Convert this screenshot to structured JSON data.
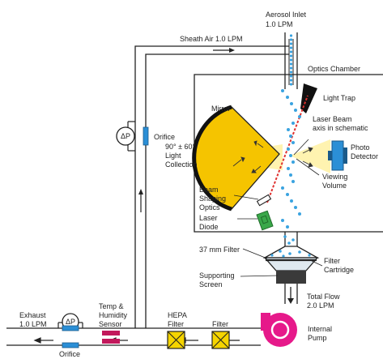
{
  "labels": {
    "aerosol_inlet": "Aerosol Inlet",
    "aerosol_inlet_flow": "1.0 LPM",
    "sheath_air": "Sheath Air 1.0 LPM",
    "optics_chamber": "Optics Chamber",
    "light_trap": "Light Trap",
    "mirror": "Mirror",
    "laser_beam_1": "Laser Beam",
    "laser_beam_2": "axis in schematic",
    "photo_detector_1": "Photo",
    "photo_detector_2": "Detector",
    "light_collection_1": "90° ± 60°",
    "light_collection_2": "Light",
    "light_collection_3": "Collection",
    "viewing_volume_1": "Viewing",
    "viewing_volume_2": "Volume",
    "beam_shaping_1": "Beam",
    "beam_shaping_2": "Shaping",
    "beam_shaping_3": "Optics",
    "laser_diode_1": "Laser",
    "laser_diode_2": "Diode",
    "filter_37mm": "37 mm Filter",
    "filter_cartridge_1": "Filter",
    "filter_cartridge_2": "Cartridge",
    "supporting_screen_1": "Supporting",
    "supporting_screen_2": "Screen",
    "total_flow_1": "Total Flow",
    "total_flow_2": "2.0 LPM",
    "internal_pump_1": "Internal",
    "internal_pump_2": "Pump",
    "orifice_top": "Orifice",
    "orifice_bottom": "Orifice",
    "delta_p_top": "ΔP",
    "delta_p_bottom": "ΔP",
    "exhaust_1": "Exhaust",
    "exhaust_2": "1.0 LPM",
    "temp_humidity_1": "Temp &",
    "temp_humidity_2": "Humidity",
    "temp_humidity_3": "Sensor",
    "hepa_filter_1": "HEPA",
    "hepa_filter_2": "Filter",
    "filter": "Filter"
  },
  "colors": {
    "line": "#222222",
    "particle": "#3aa3e0",
    "mirror_fill": "#f5c400",
    "light_cone": "#fff3b0",
    "laser": "#e0312f",
    "detector": "#2b8fd6",
    "diode": "#3aa84a",
    "pump": "#e6198a",
    "orifice": "#2b8fd6",
    "filter_box": "#f5d400",
    "sensor": "#c2185b"
  }
}
